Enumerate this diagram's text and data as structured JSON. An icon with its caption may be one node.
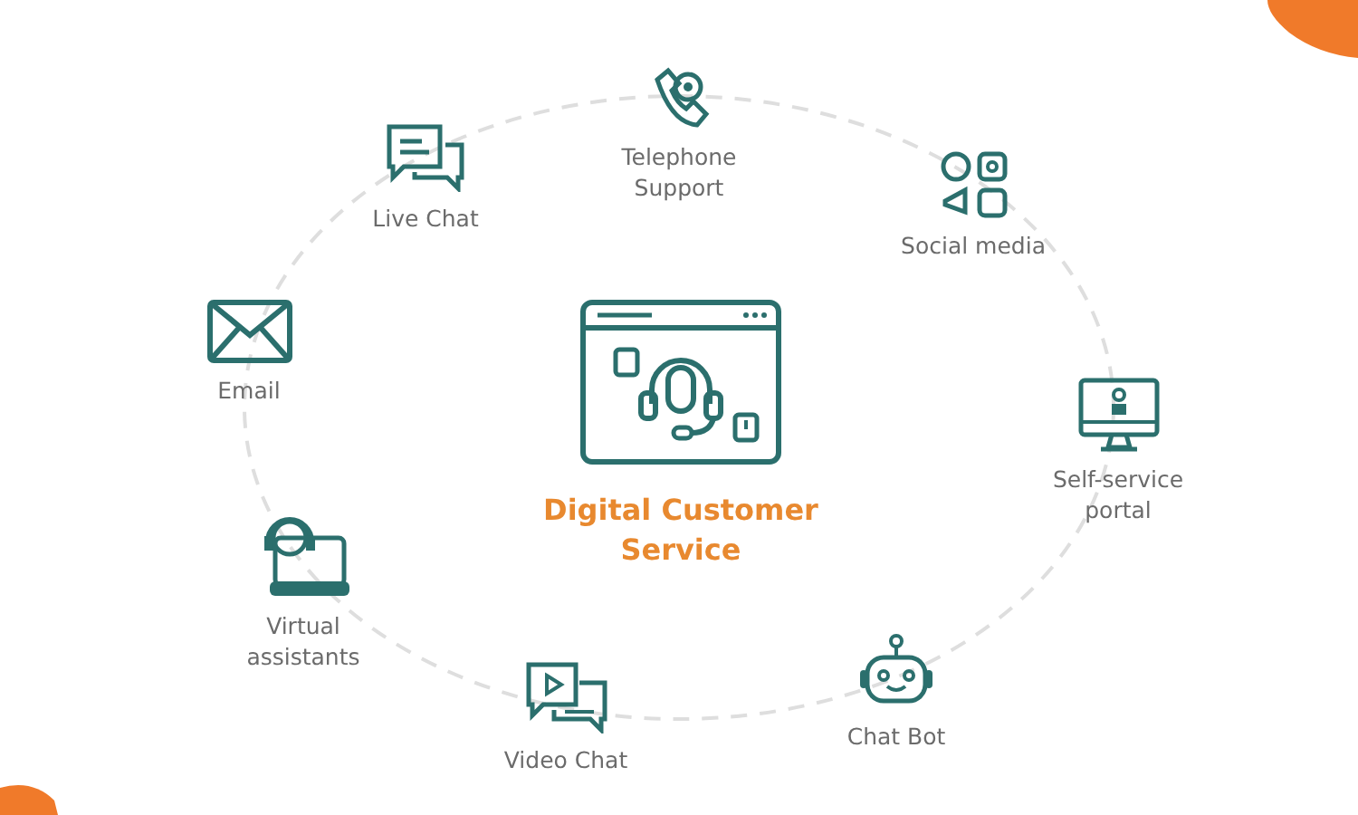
{
  "diagram": {
    "nodes": [
      {
        "text": [
          "Digital Customer Service"
        ]
      },
      {
        "text": [
          "Telephone Support"
        ]
      },
      {
        "text": [
          "Live Chat"
        ]
      },
      {
        "text": [
          "Social media"
        ]
      },
      {
        "text": [
          "Email"
        ]
      },
      {
        "text": [
          "Self-service portal"
        ]
      },
      {
        "text": [
          "Virtual assistants"
        ]
      },
      {
        "text": [
          "Video Chat"
        ]
      },
      {
        "text": [
          "Chat Bot"
        ]
      }
    ],
    "edges": []
  }
}
